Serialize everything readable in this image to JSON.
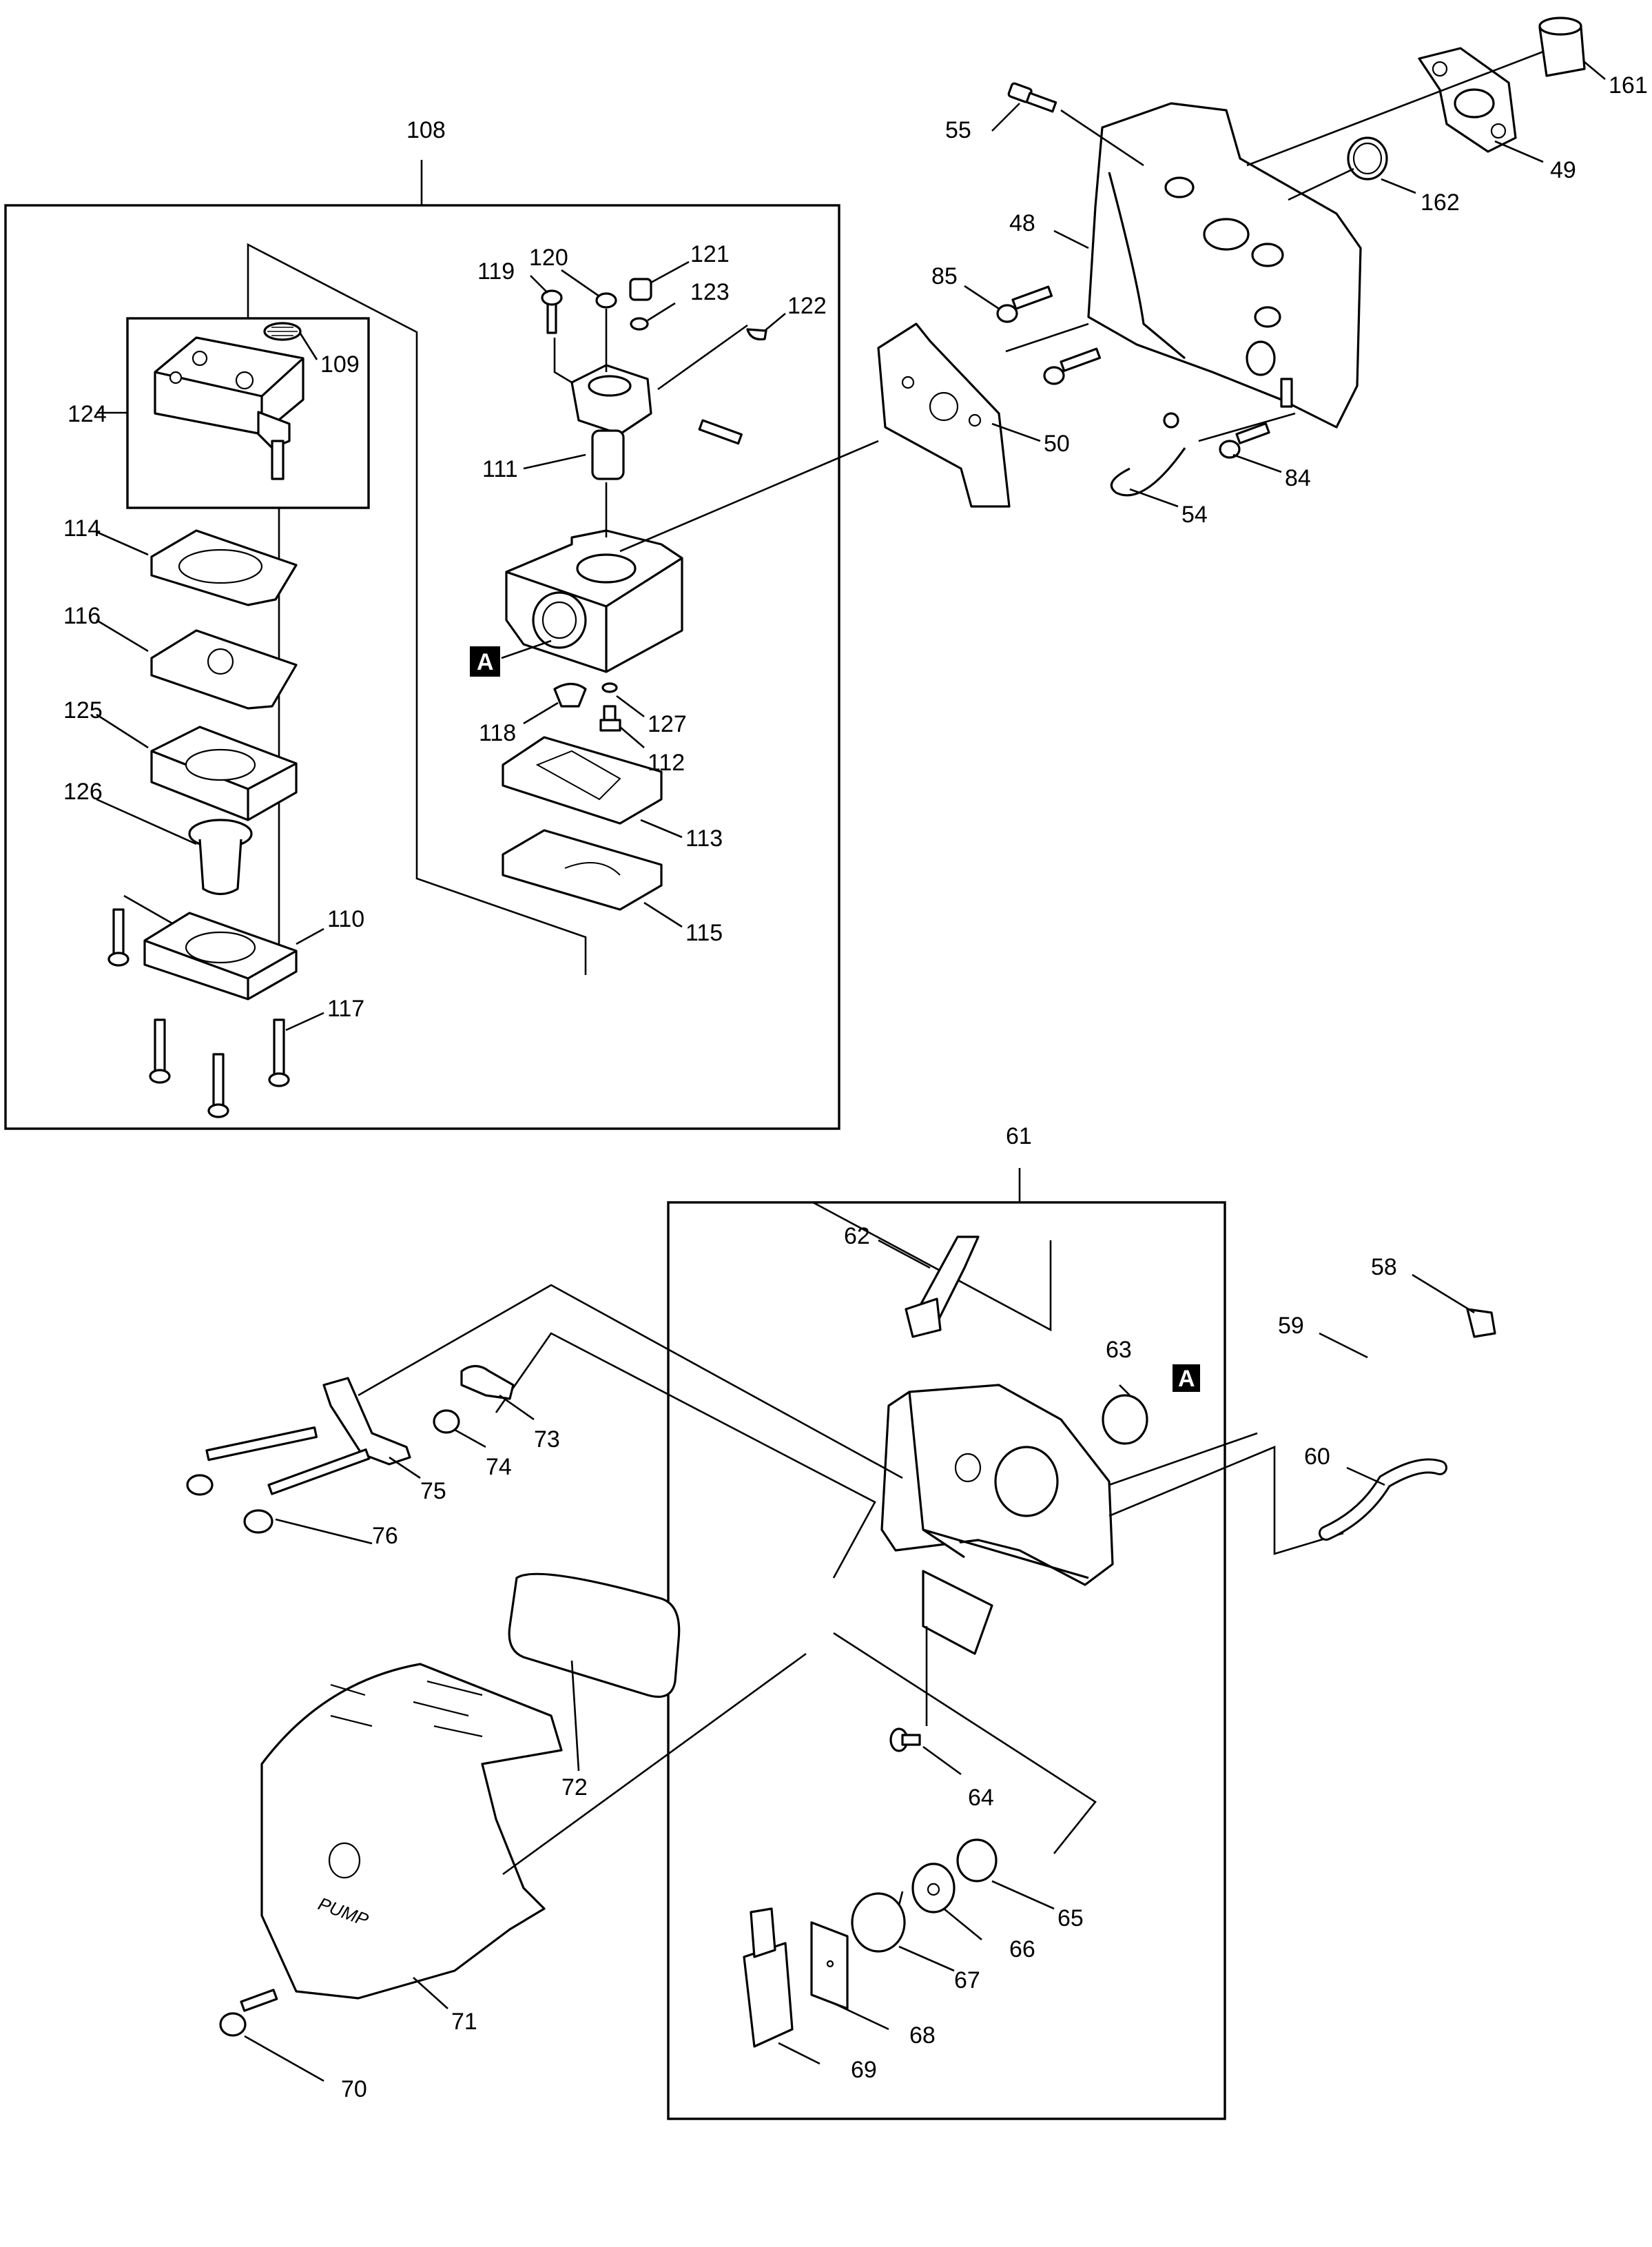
{
  "labels": {
    "p108": "108",
    "p109": "109",
    "p110": "110",
    "p111": "111",
    "p112": "112",
    "p113": "113",
    "p114": "114",
    "p115": "115",
    "p116": "116",
    "p117": "117",
    "p118": "118",
    "p119": "119",
    "p120": "120",
    "p121": "121",
    "p122": "122",
    "p123": "123",
    "p124": "124",
    "p125": "125",
    "p126": "126",
    "p127": "127",
    "p48": "48",
    "p49": "49",
    "p50": "50",
    "p54": "54",
    "p55": "55",
    "p84": "84",
    "p85": "85",
    "p161": "161",
    "p162": "162",
    "p58": "58",
    "p59": "59",
    "p60": "60",
    "p61": "61",
    "p62": "62",
    "p63": "63",
    "p64": "64",
    "p65": "65",
    "p66": "66",
    "p67": "67",
    "p68": "68",
    "p69": "69",
    "p70": "70",
    "p71": "71",
    "p72": "72",
    "p73": "73",
    "p74": "74",
    "p75": "75",
    "p76": "76"
  },
  "ref_marks": {
    "a1": "A",
    "a2": "A"
  },
  "cover_marking": "PUMP"
}
